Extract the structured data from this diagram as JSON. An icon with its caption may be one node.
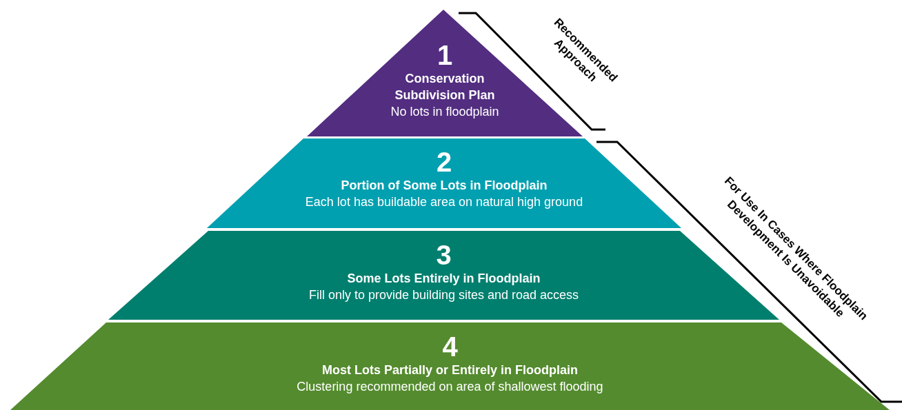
{
  "diagram": {
    "nodes": [
      {
        "text": [
          "1",
          "Conservation Subdivision Plan",
          "No lots in floodplain"
        ]
      },
      {
        "text": [
          "2",
          "Portion of Some Lots in Floodplain",
          "Each lot has buildable area on natural high ground"
        ]
      },
      {
        "text": [
          "3",
          "Some Lots Entirely in Floodplain",
          "Fill only to provide building sites and road access"
        ]
      },
      {
        "text": [
          "4",
          "Most Lots Partially or Entirely in Floodplain",
          "Clustering recommended on area of shallowest flooding"
        ]
      }
    ],
    "edges": [],
    "labels": [
      "Recommended Approach",
      "For Use In Cases Where Floodplain Development Is Unavoidable"
    ]
  }
}
